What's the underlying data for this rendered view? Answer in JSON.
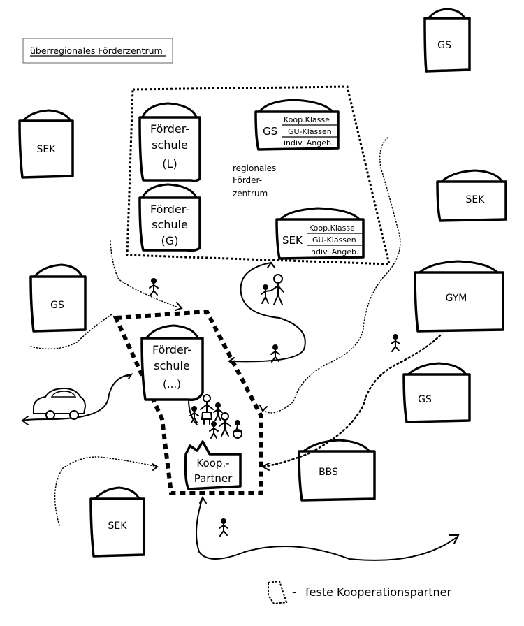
{
  "title_box": {
    "label": "überregionales Förderzentrum"
  },
  "regional_center": {
    "label_line1": "regionales",
    "label_line2": "Förder-",
    "label_line3": "zentrum"
  },
  "schools": {
    "gs_top": "GS",
    "sek_left": "SEK",
    "sek_right": "SEK",
    "gym": "GYM",
    "gs_left": "GS",
    "gs_right": "GS",
    "bbs": "BBS",
    "sek_bottom": "SEK"
  },
  "foerderschule_l": {
    "line1": "Förder-",
    "line2": "schule",
    "line3": "(L)"
  },
  "foerderschule_g": {
    "line1": "Förder-",
    "line2": "schule",
    "line3": "(G)"
  },
  "foerderschule_x": {
    "line1": "Förder-",
    "line2": "schule",
    "line3": "(...)"
  },
  "gs_combo": {
    "main": "GS",
    "row1": "Koop.Klasse",
    "row2": "GU-Klassen",
    "row3": "indiv. Angeb."
  },
  "sek_combo": {
    "main": "SEK",
    "row1": "Koop.Klasse",
    "row2": "GU-Klassen",
    "row3": "indiv. Angeb."
  },
  "koop_partner": {
    "line1": "Koop.-",
    "line2": "Partner"
  },
  "legend": {
    "dash": "-",
    "text": "feste Kooperationspartner"
  }
}
